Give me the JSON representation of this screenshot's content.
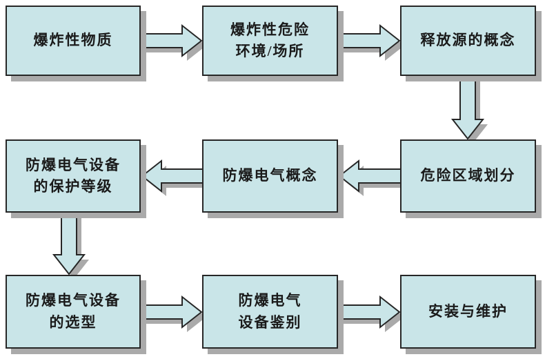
{
  "theme": {
    "background": "#ffffff",
    "box-fill": "#c9e5e8",
    "box-border": "#262626",
    "shadow": "#aaaaaa",
    "text-color": "#1a1a1a"
  },
  "boxes": [
    {
      "id": "explosive-substance",
      "label": "爆炸性物质"
    },
    {
      "id": "hazardous-environment",
      "label": "爆炸性危险\n环境/场所"
    },
    {
      "id": "release-source-concept",
      "label": "释放源的概念"
    },
    {
      "id": "hazardous-area-division",
      "label": "危险区域划分"
    },
    {
      "id": "exproof-electric-concept",
      "label": "防爆电气概念"
    },
    {
      "id": "equipment-protection-level",
      "label": "防爆电气设备\n的保护等级"
    },
    {
      "id": "equipment-selection",
      "label": "防爆电气设备\n的选型"
    },
    {
      "id": "equipment-identification",
      "label": "防爆电气\n设备鉴别"
    },
    {
      "id": "installation-maintenance",
      "label": "安装与维护"
    }
  ],
  "connections": [
    {
      "from": "explosive-substance",
      "to": "hazardous-environment",
      "direction": "right"
    },
    {
      "from": "hazardous-environment",
      "to": "release-source-concept",
      "direction": "right"
    },
    {
      "from": "release-source-concept",
      "to": "hazardous-area-division",
      "direction": "down"
    },
    {
      "from": "hazardous-area-division",
      "to": "exproof-electric-concept",
      "direction": "left"
    },
    {
      "from": "exproof-electric-concept",
      "to": "equipment-protection-level",
      "direction": "left"
    },
    {
      "from": "equipment-protection-level",
      "to": "equipment-selection",
      "direction": "down"
    },
    {
      "from": "equipment-selection",
      "to": "equipment-identification",
      "direction": "right"
    },
    {
      "from": "equipment-identification",
      "to": "installation-maintenance",
      "direction": "right"
    }
  ]
}
